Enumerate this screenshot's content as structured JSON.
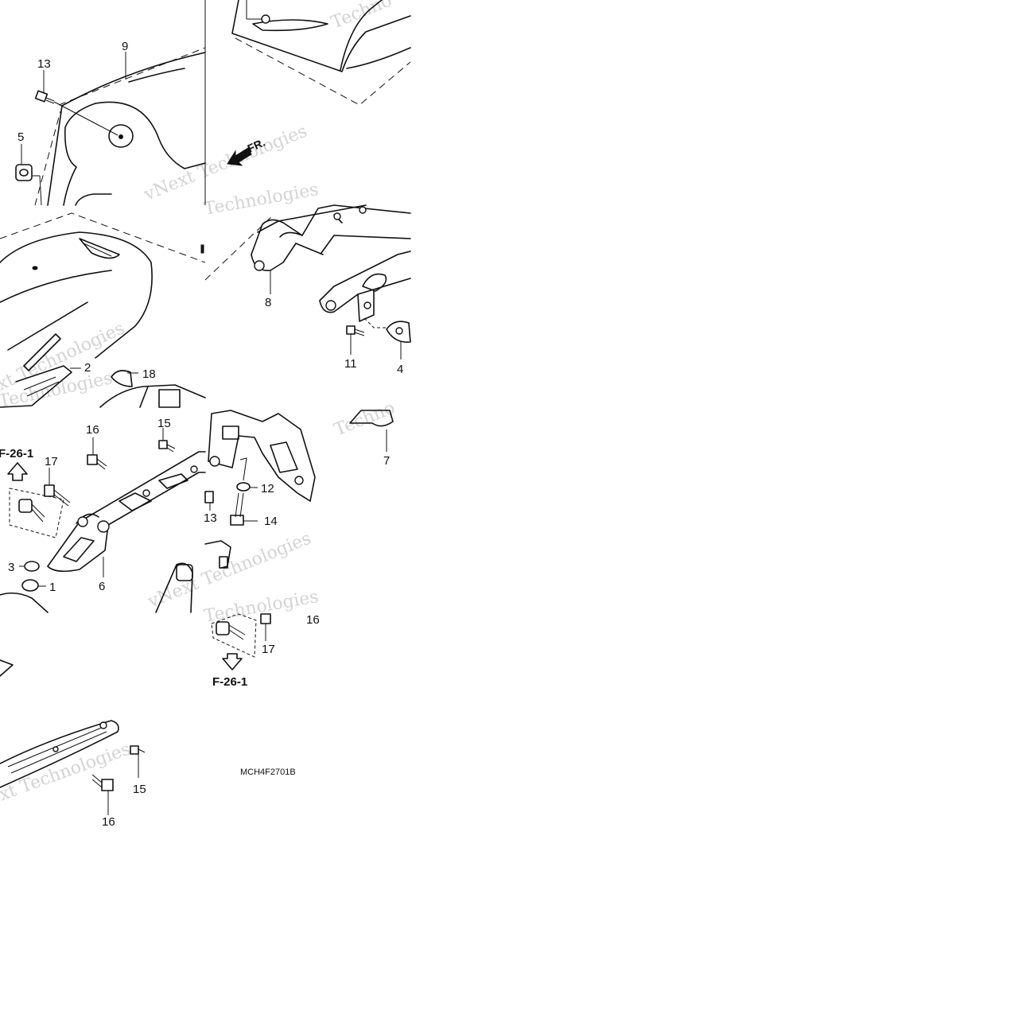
{
  "diagram": {
    "code": "MCH4F2701B",
    "front_marker": "FR.",
    "refs": [
      "F-26-1",
      "F-26-1"
    ],
    "watermarks": [
      "Techno",
      "vNext Technologies",
      "Technologies",
      "vNext Technologies",
      "Technologies",
      "Techno",
      "vNext Technologies",
      "Technologies",
      "vNext Technologies"
    ],
    "callouts": [
      "9",
      "13",
      "5",
      "2",
      "18",
      "8",
      "11",
      "4",
      "16",
      "15",
      "17",
      "3",
      "1",
      "6",
      "12",
      "13",
      "14",
      "7",
      "16",
      "17",
      "15",
      "16"
    ]
  }
}
